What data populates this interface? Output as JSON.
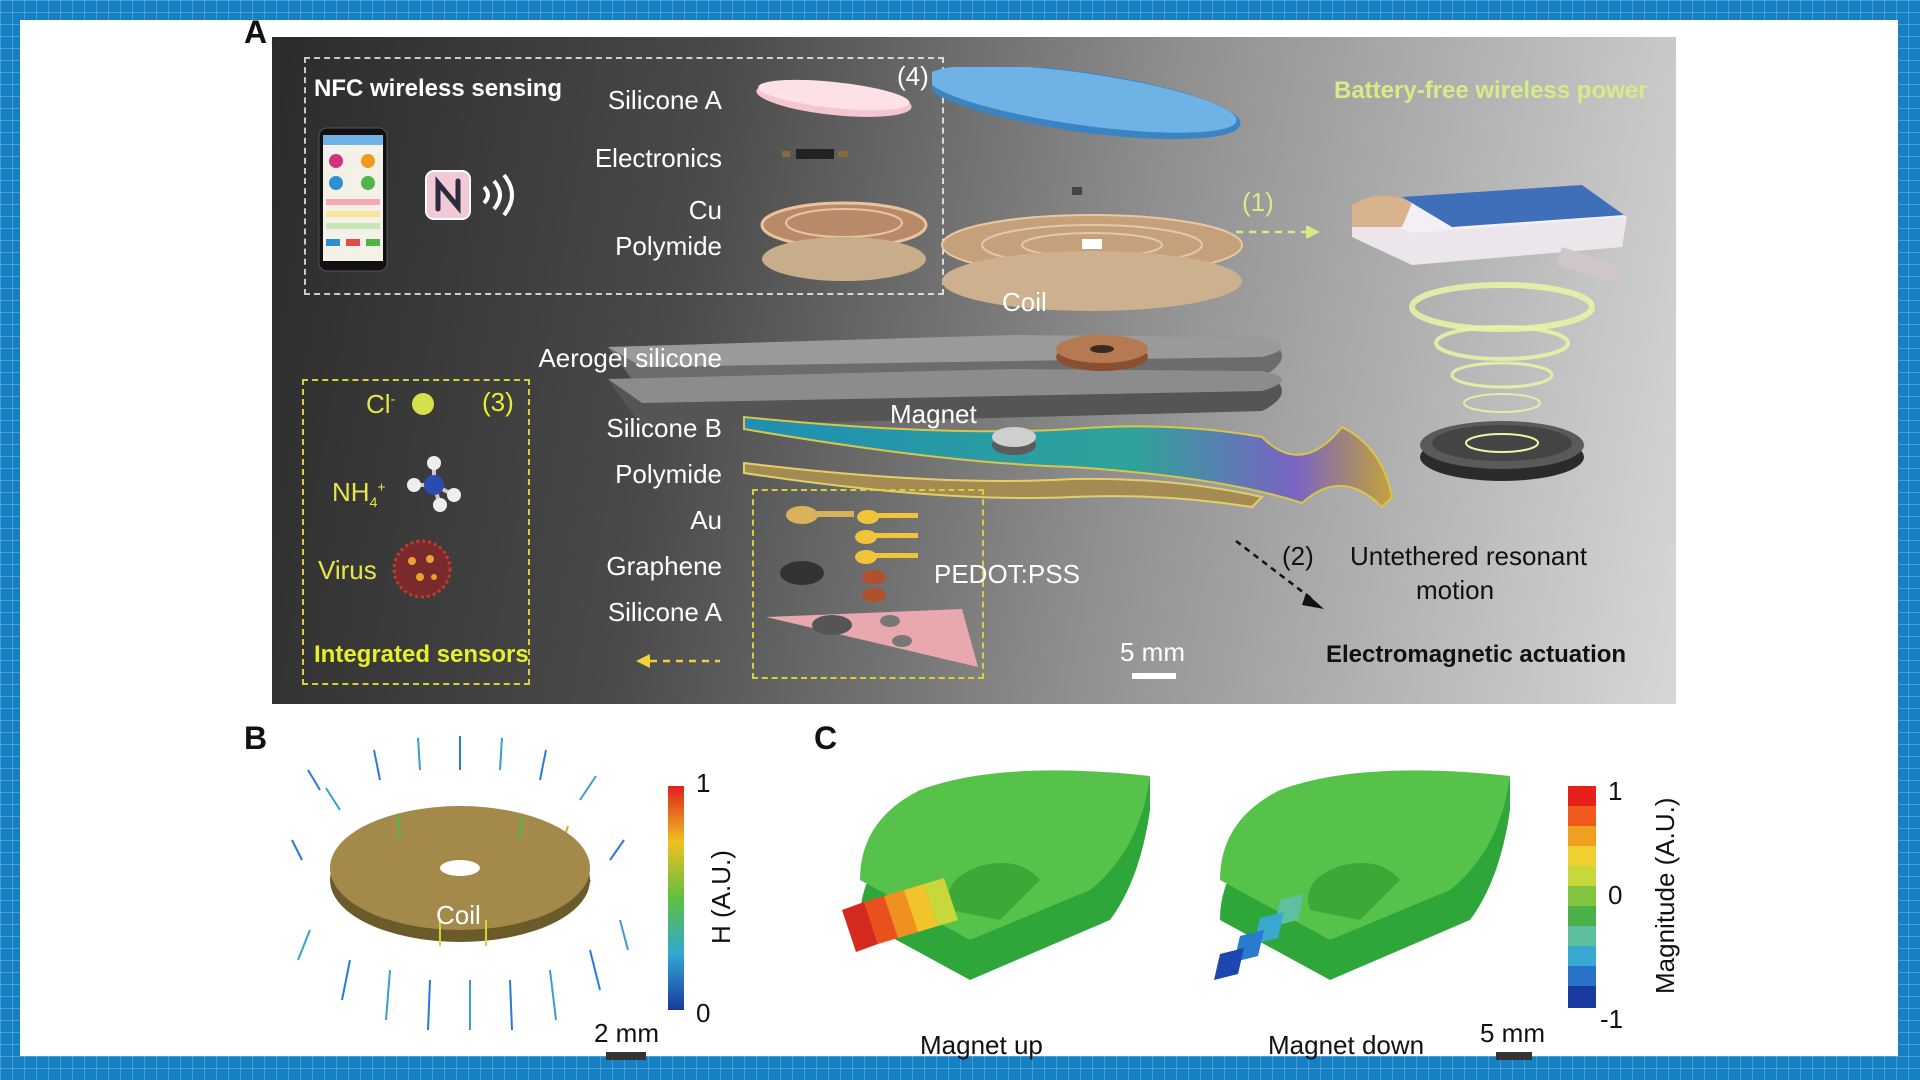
{
  "panels": {
    "a": "A",
    "b": "B",
    "c": "C"
  },
  "panelA": {
    "nfc_title": "NFC wireless sensing",
    "step4": "(4)",
    "stack_labels": {
      "silicone_a_top": "Silicone A",
      "electronics": "Electronics",
      "cu": "Cu",
      "polymide_top": "Polymide",
      "coil": "Coil",
      "aerogel": "Aerogel silicone",
      "silicone_b": "Silicone B",
      "magnet": "Magnet",
      "polymide_mid": "Polymide",
      "au": "Au",
      "graphene": "Graphene",
      "pedot": "PEDOT:PSS",
      "silicone_a_bottom": "Silicone A"
    },
    "wireless_power_title": "Battery-free wireless power",
    "step1": "(1)",
    "step2": "(2)",
    "resonant_line1": "Untethered resonant",
    "resonant_line2": "motion",
    "actuation_title": "Electromagnetic actuation",
    "sensors": {
      "step3": "(3)",
      "cl": "Cl",
      "cl_sup": "-",
      "nh4": "NH",
      "nh4_sub": "4",
      "nh4_sup": "+",
      "virus": "Virus",
      "title": "Integrated sensors"
    },
    "scale": "5 mm",
    "phone_icon": "smartphone-icon",
    "nfc_icon": "nfc-icon"
  },
  "panelB": {
    "coil_label": "Coil",
    "colorbar_title": "H (A.U.)",
    "cb_max": "1",
    "cb_min": "0",
    "scale": "2 mm"
  },
  "panelC": {
    "caption_up": "Magnet up",
    "caption_down": "Magnet down",
    "colorbar_title": "Magnitude (A.U.)",
    "cb_max": "1",
    "cb_mid": "0",
    "cb_min": "-1",
    "scale": "5 mm"
  },
  "colors": {
    "frame": "#1680c4",
    "accent_yellow": "#e8ef2a",
    "green_label": "#d6ec86"
  }
}
